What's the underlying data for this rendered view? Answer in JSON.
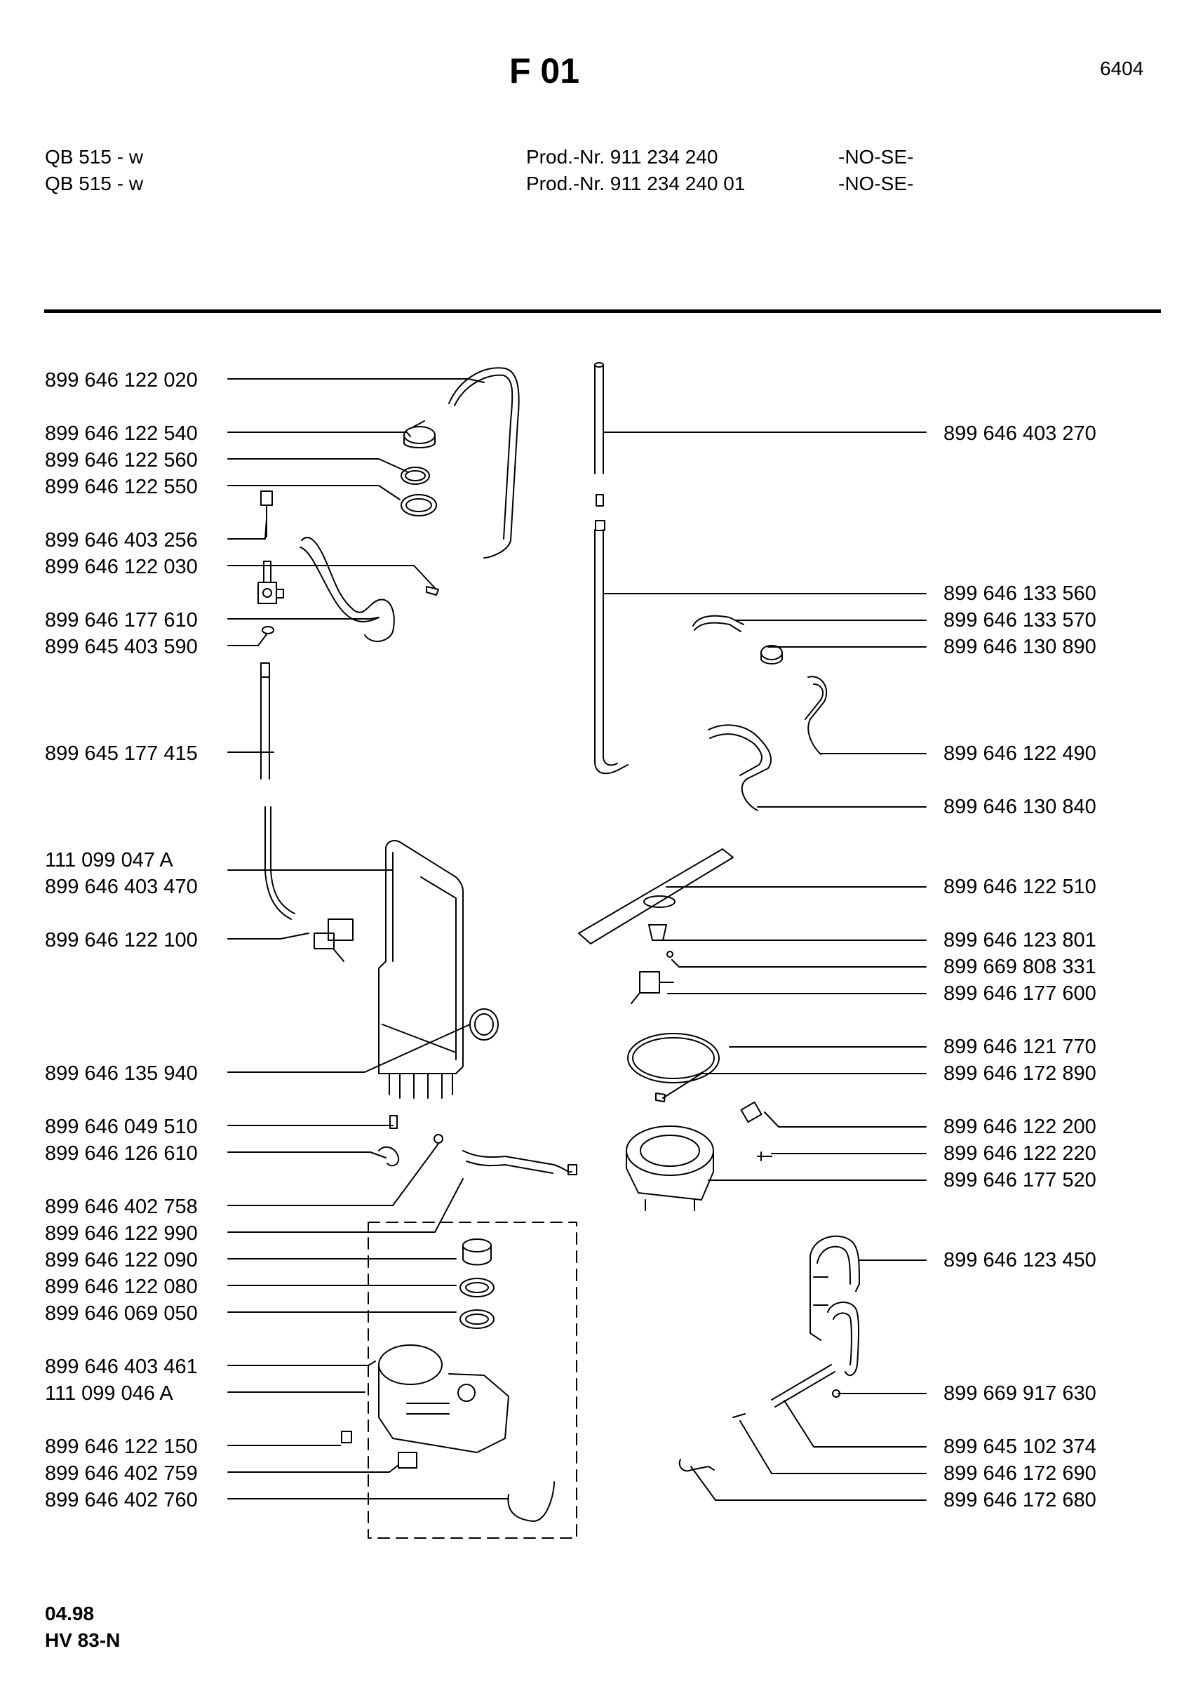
{
  "header": {
    "title": "F 01",
    "page_code": "6404",
    "models": [
      {
        "model": "QB 515 - w",
        "prod": "Prod.-Nr. 911 234 240",
        "market": "-NO-SE-"
      },
      {
        "model": "QB 515 - w",
        "prod": "Prod.-Nr. 911 234 240 01",
        "market": "-NO-SE-"
      }
    ]
  },
  "parts_left": [
    "899 646 122 020",
    "899 646 122 540",
    "899 646 122 560",
    "899 646 122 550",
    "899 646 403 256",
    "899 646 122 030",
    "899 646 177 610",
    "899 645 403 590",
    "899 645 177 415",
    "111 099 047 A",
    "899 646 403 470",
    "899 646 122 100",
    "899 646 135 940",
    "899 646 049 510",
    "899 646 126 610",
    "899 646 402 758",
    "899 646 122 990",
    "899 646 122 090",
    "899 646 122 080",
    "899 646 069 050",
    "899 646 403 461",
    "111 099 046 A",
    "899 646 122 150",
    "899 646 402 759",
    "899 646 402 760"
  ],
  "parts_right": [
    "899 646 403 270",
    "899 646 133 560",
    "899 646 133 570",
    "899 646 130 890",
    "899 646 122 490",
    "899 646 130 840",
    "899 646 122 510",
    "899 646 123 801",
    "899 669 808 331",
    "899 646 177 600",
    "899 646 121 770",
    "899 646 172 890",
    "899 646 122 200",
    "899 646 122 220",
    "899 646 177 520",
    "899 646 123 450",
    "899 669 917 630",
    "899 645 102 374",
    "899 646 172 690",
    "899 646 172 680"
  ],
  "footer": {
    "date": "04.98",
    "code": "HV 83-N"
  }
}
